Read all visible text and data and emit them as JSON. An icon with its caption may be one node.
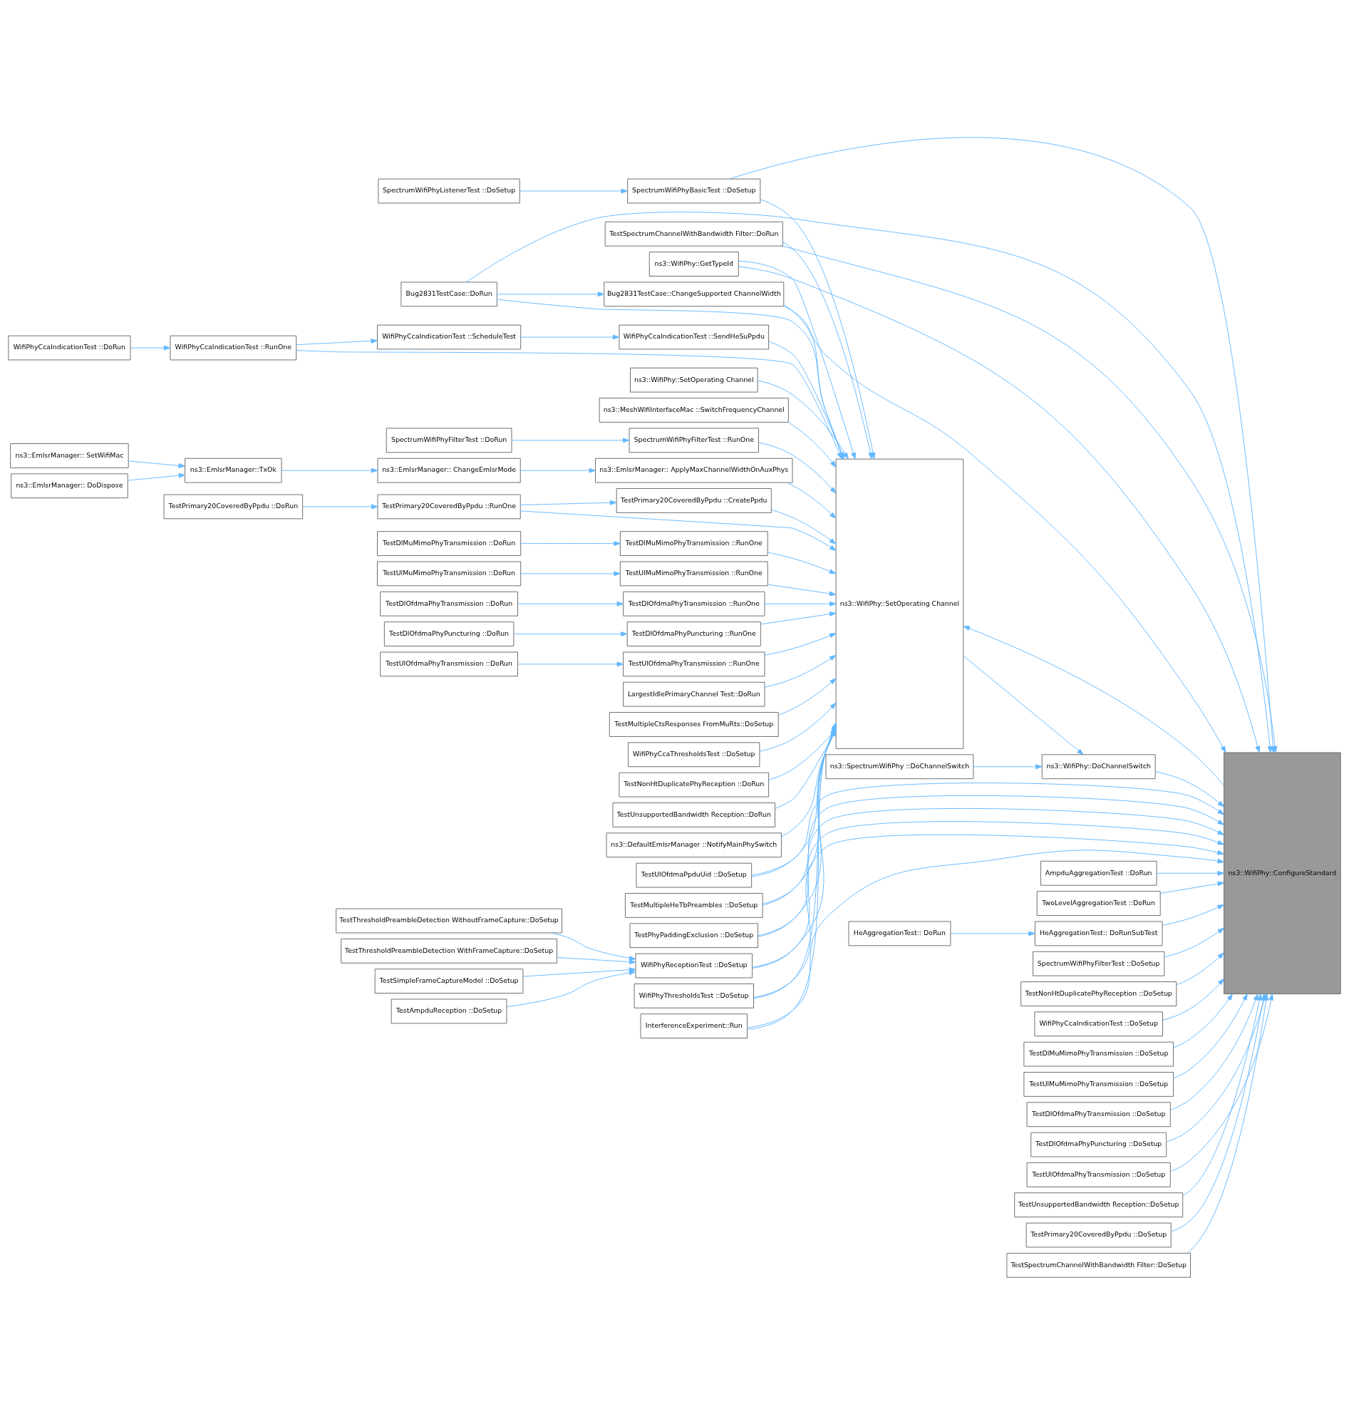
{
  "diagram": {
    "nodes": [
      {
        "text": [
          "ns3::WifiPhy::ConfigureStandard"
        ]
      },
      {
        "text": [
          "SpectrumWifiPhyListenerTest ::DoSetup"
        ]
      },
      {
        "text": [
          "SpectrumWifiPhyBasicTest ::DoSetup"
        ]
      },
      {
        "text": [
          "LargestIdlePrimaryChannel Test::DoRun"
        ]
      },
      {
        "text": [
          "TestMultipleCtsResponses FromMuRts::DoSetup"
        ]
      },
      {
        "text": [
          "WifiPhyCcaThresholdsTest ::DoSetup"
        ]
      },
      {
        "text": [
          "Bug2831TestCase::DoRun"
        ]
      },
      {
        "text": [
          "TestNonHtDuplicatePhyReception ::DoRun"
        ]
      },
      {
        "text": [
          "TestUnsupportedBandwidth Reception::DoRun"
        ]
      },
      {
        "text": [
          "TestSpectrumChannelWithBandwidth Filter::DoRun"
        ]
      },
      {
        "text": [
          "Bug2831TestCase::ChangeSupported ChannelWidth"
        ]
      },
      {
        "text": [
          "ns3::WifiPhy::GetTypeId"
        ]
      },
      {
        "text": [
          "ns3::DefaultEmlsrManager ::NotifyMainPhySwitch"
        ]
      },
      {
        "text": [
          "ns3::EmlsrManager:: SetWifiMac"
        ]
      },
      {
        "text": [
          "ns3::EmlsrManager:: DoDispose"
        ]
      },
      {
        "text": [
          "ns3::EmlsrManager::TxOk"
        ]
      },
      {
        "text": [
          "ns3::EmlsrManager:: ChangeEmlsrMode"
        ]
      },
      {
        "text": [
          "ns3::EmlsrManager:: ApplyMaxChannelWidthOnAuxPhys"
        ]
      },
      {
        "text": [
          "TestPrimary20CoveredByPpdu ::DoRun"
        ]
      },
      {
        "text": [
          "TestPrimary20CoveredByPpdu ::RunOne"
        ]
      },
      {
        "text": [
          "ns3::WifiPhy::SetOperating Channel"
        ]
      },
      {
        "text": [
          "ns3::MeshWifiInterfaceMac ::SwitchFrequencyChannel"
        ]
      },
      {
        "text": [
          "TestPrimary20CoveredByPpdu ::CreatePpdu"
        ]
      },
      {
        "text": [
          "SpectrumWifiPhyFilterTest ::DoRun"
        ]
      },
      {
        "text": [
          "SpectrumWifiPhyFilterTest ::RunOne"
        ]
      },
      {
        "text": [
          "ns3::WifiPhy::SetOperating Channel"
        ]
      },
      {
        "text": [
          "ns3::SpectrumWifiPhy ::DoChannelSwitch"
        ]
      },
      {
        "text": [
          "ns3::WifiPhy::DoChannelSwitch"
        ]
      },
      {
        "text": [
          "WifiPhyCcaIndicationTest ::DoRun"
        ]
      },
      {
        "text": [
          "WifiPhyCcaIndicationTest ::RunOne"
        ]
      },
      {
        "text": [
          "TestDlMuMimoPhyTransmission ::DoRun"
        ]
      },
      {
        "text": [
          "TestDlMuMimoPhyTransmission ::RunOne"
        ]
      },
      {
        "text": [
          "TestUlMuMimoPhyTransmission ::DoRun"
        ]
      },
      {
        "text": [
          "TestUlMuMimoPhyTransmission ::RunOne"
        ]
      },
      {
        "text": [
          "TestDlOfdmaPhyTransmission ::DoRun"
        ]
      },
      {
        "text": [
          "TestDlOfdmaPhyTransmission ::RunOne"
        ]
      },
      {
        "text": [
          "TestDlOfdmaPhyPuncturing ::DoRun"
        ]
      },
      {
        "text": [
          "TestDlOfdmaPhyPuncturing ::RunOne"
        ]
      },
      {
        "text": [
          "TestUlOfdmaPhyTransmission ::DoRun"
        ]
      },
      {
        "text": [
          "TestUlOfdmaPhyTransmission ::RunOne"
        ]
      },
      {
        "text": [
          "WifiPhyCcaIndicationTest ::ScheduleTest"
        ]
      },
      {
        "text": [
          "WifiPhyCcaIndicationTest ::SendHeSuPpdu"
        ]
      },
      {
        "text": [
          "TestUlOfdmaPpduUid ::DoSetup"
        ]
      },
      {
        "text": [
          "TestMultipleHeTbPreambles ::DoSetup"
        ]
      },
      {
        "text": [
          "TestThresholdPreambleDetection WithoutFrameCapture::DoSetup"
        ]
      },
      {
        "text": [
          "TestThresholdPreambleDetection WithFrameCapture::DoSetup"
        ]
      },
      {
        "text": [
          "TestSimpleFrameCaptureModel ::DoSetup"
        ]
      },
      {
        "text": [
          "TestAmpduReception ::DoSetup"
        ]
      },
      {
        "text": [
          "TestPhyPaddingExclusion ::DoSetup"
        ]
      },
      {
        "text": [
          "WifiPhyReceptionTest ::DoSetup"
        ]
      },
      {
        "text": [
          "WifiPhyThresholdsTest ::DoSetup"
        ]
      },
      {
        "text": [
          "InterferenceExperiment::Run"
        ]
      },
      {
        "text": [
          "AmpduAggregationTest ::DoRun"
        ]
      },
      {
        "text": [
          "TwoLevelAggregationTest ::DoRun"
        ]
      },
      {
        "text": [
          "HeAggregationTest:: DoRun"
        ]
      },
      {
        "text": [
          "HeAggregationTest:: DoRunSubTest"
        ]
      },
      {
        "text": [
          "SpectrumWifiPhyFilterTest ::DoSetup"
        ]
      },
      {
        "text": [
          "TestNonHtDuplicatePhyReception ::DoSetup"
        ]
      },
      {
        "text": [
          "WifiPhyCcaIndicationTest ::DoSetup"
        ]
      },
      {
        "text": [
          "TestDlMuMimoPhyTransmission ::DoSetup"
        ]
      },
      {
        "text": [
          "TestUlMuMimoPhyTransmission ::DoSetup"
        ]
      },
      {
        "text": [
          "TestDlOfdmaPhyTransmission ::DoSetup"
        ]
      },
      {
        "text": [
          "TestDlOfdmaPhyPuncturing ::DoSetup"
        ]
      },
      {
        "text": [
          "TestUlOfdmaPhyTransmission ::DoSetup"
        ]
      },
      {
        "text": [
          "TestUnsupportedBandwidth Reception::DoSetup"
        ]
      },
      {
        "text": [
          "TestPrimary20CoveredByPpdu ::DoSetup"
        ]
      },
      {
        "text": [
          "TestSpectrumChannelWithBandwidth Filter::DoSetup"
        ]
      }
    ],
    "edges": [
      {
        "from": 1,
        "to": 2,
        "arrow": "to"
      },
      {
        "from": 2,
        "to": 0,
        "arrow": "to"
      },
      {
        "from": 2,
        "to": 25,
        "arrow": "to"
      },
      {
        "from": 3,
        "to": 25,
        "arrow": "to"
      },
      {
        "from": 4,
        "to": 25,
        "arrow": "to"
      },
      {
        "from": 5,
        "to": 25,
        "arrow": "to"
      },
      {
        "from": 6,
        "to": 0,
        "arrow": "to"
      },
      {
        "from": 6,
        "to": 25,
        "arrow": "to"
      },
      {
        "from": 6,
        "to": 10,
        "arrow": "to"
      },
      {
        "from": 7,
        "to": 25,
        "arrow": "to"
      },
      {
        "from": 8,
        "to": 25,
        "arrow": "to"
      },
      {
        "from": 9,
        "to": 25,
        "arrow": "to"
      },
      {
        "from": 9,
        "to": 0,
        "arrow": "to"
      },
      {
        "from": 10,
        "to": 25,
        "arrow": "to"
      },
      {
        "from": 10,
        "to": 0,
        "arrow": "to"
      },
      {
        "from": 11,
        "to": 25,
        "arrow": "to"
      },
      {
        "from": 11,
        "to": 0,
        "arrow": "to"
      },
      {
        "from": 12,
        "to": 25,
        "arrow": "to"
      },
      {
        "from": 13,
        "to": 15,
        "arrow": "to"
      },
      {
        "from": 14,
        "to": 15,
        "arrow": "to"
      },
      {
        "from": 15,
        "to": 16,
        "arrow": "to"
      },
      {
        "from": 16,
        "to": 17,
        "arrow": "to"
      },
      {
        "from": 17,
        "to": 25,
        "arrow": "to"
      },
      {
        "from": 18,
        "to": 19,
        "arrow": "to"
      },
      {
        "from": 19,
        "to": 22,
        "arrow": "to"
      },
      {
        "from": 19,
        "to": 25,
        "arrow": "to"
      },
      {
        "from": 20,
        "to": 25,
        "arrow": "to"
      },
      {
        "from": 21,
        "to": 25,
        "arrow": "to"
      },
      {
        "from": 22,
        "to": 25,
        "arrow": "to"
      },
      {
        "from": 23,
        "to": 24,
        "arrow": "to"
      },
      {
        "from": 24,
        "to": 25,
        "arrow": "to"
      },
      {
        "from": 26,
        "to": 27,
        "arrow": "to"
      },
      {
        "from": 25,
        "to": 27,
        "arrow": "to"
      },
      {
        "from": 27,
        "to": 0,
        "arrow": "to"
      },
      {
        "from": 0,
        "to": 25,
        "arrow": "to"
      },
      {
        "from": 28,
        "to": 29,
        "arrow": "to"
      },
      {
        "from": 29,
        "to": 25,
        "arrow": "to"
      },
      {
        "from": 29,
        "to": 40,
        "arrow": "to"
      },
      {
        "from": 30,
        "to": 31,
        "arrow": "to"
      },
      {
        "from": 31,
        "to": 25,
        "arrow": "to"
      },
      {
        "from": 32,
        "to": 33,
        "arrow": "to"
      },
      {
        "from": 33,
        "to": 25,
        "arrow": "to"
      },
      {
        "from": 34,
        "to": 35,
        "arrow": "to"
      },
      {
        "from": 35,
        "to": 25,
        "arrow": "to"
      },
      {
        "from": 36,
        "to": 37,
        "arrow": "to"
      },
      {
        "from": 37,
        "to": 25,
        "arrow": "to"
      },
      {
        "from": 38,
        "to": 39,
        "arrow": "to"
      },
      {
        "from": 39,
        "to": 25,
        "arrow": "to"
      },
      {
        "from": 40,
        "to": 41,
        "arrow": "to"
      },
      {
        "from": 41,
        "to": 25,
        "arrow": "to"
      },
      {
        "from": 42,
        "to": 25,
        "arrow": "to"
      },
      {
        "from": 42,
        "to": 0,
        "arrow": "to"
      },
      {
        "from": 43,
        "to": 25,
        "arrow": "to"
      },
      {
        "from": 43,
        "to": 0,
        "arrow": "to"
      },
      {
        "from": 44,
        "to": 49,
        "arrow": "to"
      },
      {
        "from": 45,
        "to": 49,
        "arrow": "to"
      },
      {
        "from": 46,
        "to": 49,
        "arrow": "to"
      },
      {
        "from": 47,
        "to": 49,
        "arrow": "to"
      },
      {
        "from": 48,
        "to": 25,
        "arrow": "to"
      },
      {
        "from": 48,
        "to": 0,
        "arrow": "to"
      },
      {
        "from": 49,
        "to": 25,
        "arrow": "to"
      },
      {
        "from": 49,
        "to": 0,
        "arrow": "to"
      },
      {
        "from": 50,
        "to": 25,
        "arrow": "to"
      },
      {
        "from": 50,
        "to": 0,
        "arrow": "to"
      },
      {
        "from": 51,
        "to": 25,
        "arrow": "to"
      },
      {
        "from": 51,
        "to": 0,
        "arrow": "to"
      },
      {
        "from": 52,
        "to": 0,
        "arrow": "to"
      },
      {
        "from": 53,
        "to": 0,
        "arrow": "to"
      },
      {
        "from": 54,
        "to": 55,
        "arrow": "to"
      },
      {
        "from": 55,
        "to": 0,
        "arrow": "to"
      },
      {
        "from": 56,
        "to": 0,
        "arrow": "to"
      },
      {
        "from": 57,
        "to": 0,
        "arrow": "to"
      },
      {
        "from": 58,
        "to": 0,
        "arrow": "to"
      },
      {
        "from": 59,
        "to": 0,
        "arrow": "to"
      },
      {
        "from": 60,
        "to": 0,
        "arrow": "to"
      },
      {
        "from": 61,
        "to": 0,
        "arrow": "to"
      },
      {
        "from": 62,
        "to": 0,
        "arrow": "to"
      },
      {
        "from": 63,
        "to": 0,
        "arrow": "to"
      },
      {
        "from": 64,
        "to": 0,
        "arrow": "to"
      },
      {
        "from": 65,
        "to": 0,
        "arrow": "to"
      },
      {
        "from": 66,
        "to": 0,
        "arrow": "to"
      }
    ]
  }
}
